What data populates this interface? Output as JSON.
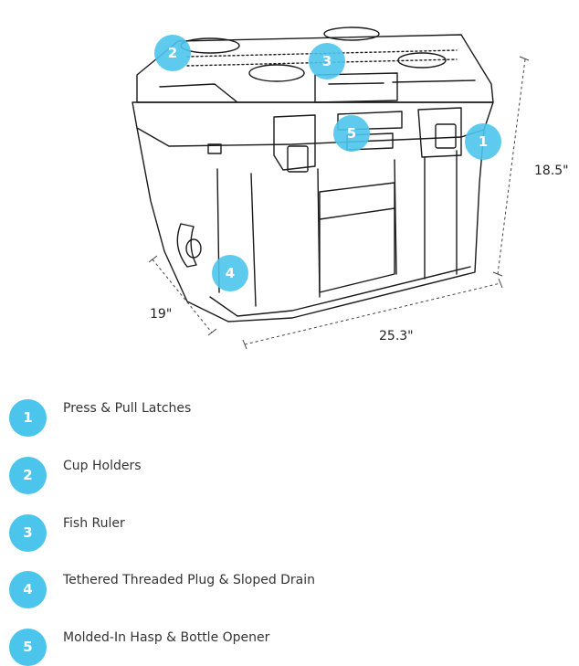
{
  "colors": {
    "accent": "#4cc5ec",
    "line": "#1a1a1a"
  },
  "dimensions": {
    "height": "18.5\"",
    "depth": "19\"",
    "width": "25.3\""
  },
  "callouts": [
    "1",
    "2",
    "3",
    "4",
    "5"
  ],
  "features": [
    {
      "num": "1",
      "label": "Press & Pull Latches"
    },
    {
      "num": "2",
      "label": "Cup Holders"
    },
    {
      "num": "3",
      "label": "Fish Ruler"
    },
    {
      "num": "4",
      "label": "Tethered Threaded Plug & Sloped Drain"
    },
    {
      "num": "5",
      "label": "Molded-In Hasp & Bottle Opener"
    }
  ]
}
